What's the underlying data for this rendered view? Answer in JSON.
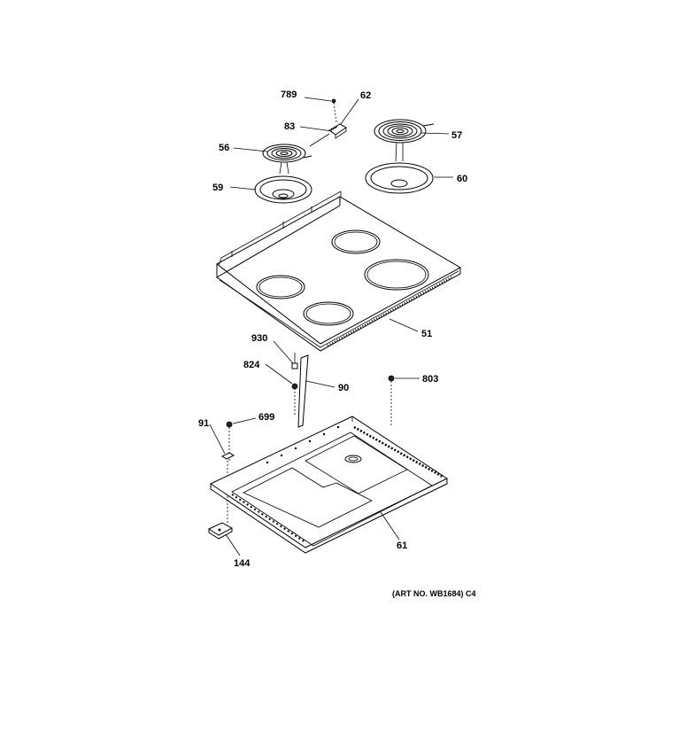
{
  "labels": {
    "p789": "789",
    "p62": "62",
    "p83": "83",
    "p56": "56",
    "p57": "57",
    "p59": "59",
    "p60": "60",
    "p51": "51",
    "p930": "930",
    "p824": "824",
    "p90": "90",
    "p803": "803",
    "p91": "91",
    "p699": "699",
    "p61": "61",
    "p144": "144"
  },
  "caption": "(ART NO. WB1684) C4"
}
